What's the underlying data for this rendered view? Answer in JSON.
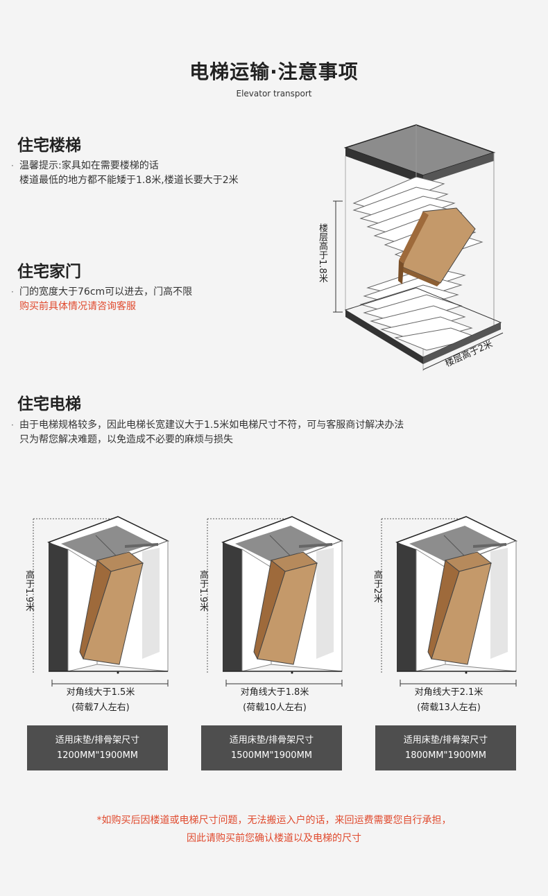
{
  "header": {
    "title": "电梯运输·注意事项",
    "subtitle": "Elevator transport"
  },
  "stairs": {
    "heading": "住宅楼梯",
    "line1": "温馨提示:家具如在需要楼梯的话",
    "line2": "楼道最低的地方都不能矮于1.8米,楼道长要大于2米"
  },
  "door": {
    "heading": "住宅家门",
    "line1": "门的宽度大于76cm可以进去，门高不限",
    "line2": "购买前具体情况请咨询客服"
  },
  "stair_illustration": {
    "height_label": "楼层高于1.8米",
    "length_label": "楼层高于2米"
  },
  "elevator": {
    "heading": "住宅电梯",
    "line1": "由于电梯规格较多，因此电梯长宽建议大于1.5米如电梯尺寸不符，可与客服商讨解决办法",
    "line2": "只为帮您解决难题，以免造成不必要的麻烦与损失"
  },
  "elevators": [
    {
      "height_label": "高于1.9米",
      "diag_label": "对角线大于1.5米",
      "load_label": "(荷载7人左右)",
      "box_title": "适用床垫/排骨架尺寸",
      "box_size": "1200MM\"1900MM"
    },
    {
      "height_label": "高于1.9米",
      "diag_label": "对角线大于1.8米",
      "load_label": "(荷载10人左右)",
      "box_title": "适用床垫/排骨架尺寸",
      "box_size": "1500MM\"1900MM"
    },
    {
      "height_label": "高于2米",
      "diag_label": "对角线大于2.1米",
      "load_label": "(荷载13人左右)",
      "box_title": "适用床垫/排骨架尺寸",
      "box_size": "1800MM\"1900MM"
    }
  ],
  "footer": {
    "line1": "*如购买后因楼道或电梯尺寸问题，无法搬运入户的话，来回运费需要您自行承担，",
    "line2": "因此请购买前您确认楼道以及电梯的尺寸"
  },
  "colors": {
    "accent_red": "#e04a2e",
    "box_bg": "#4e4e4e",
    "cardboard": "#c4996a"
  }
}
